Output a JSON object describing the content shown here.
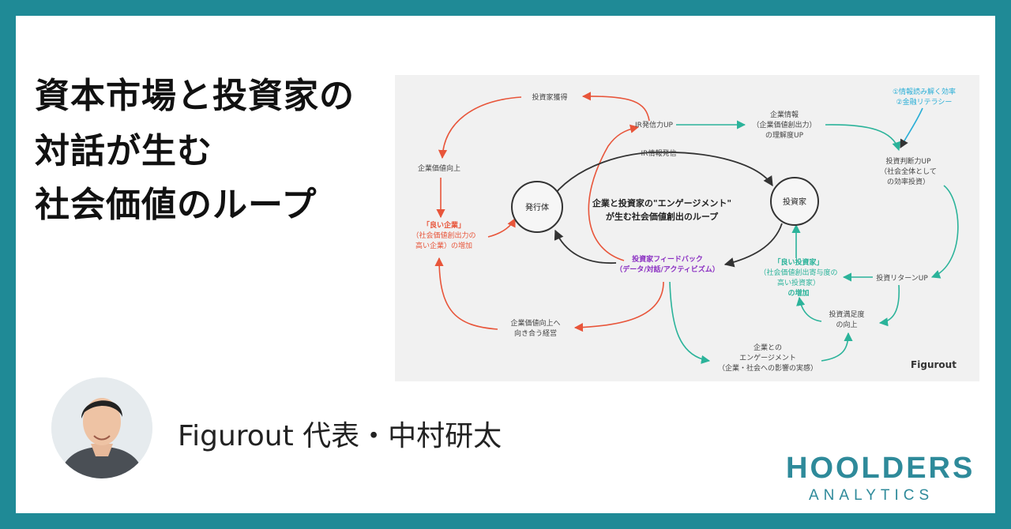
{
  "title": {
    "line1": "資本市場と投資家の",
    "line2": "対話が生む",
    "line3": "社会価値のループ"
  },
  "diagram": {
    "center_line1": "企業と投資家の\"エンゲージメント\"",
    "center_line2": "が生む社会価値創出のループ",
    "issuer": "発行体",
    "investor": "投資家",
    "investor_acquire": "投資家獲得",
    "ir_up": "IR発信力UP",
    "ir_send": "IR情報発信",
    "corp_info_1": "企業情報",
    "corp_info_2": "（企業価値創出力）",
    "corp_info_3": "の理解度UP",
    "efficiency_1": "①情報読み解く効率",
    "efficiency_2": "②金融リテラシー",
    "judgment_1": "投資判断力UP",
    "judgment_2": "（社会全体として",
    "judgment_3": "の効率投資）",
    "value_up": "企業価値向上",
    "good_corp_1": "「良い企業」",
    "good_corp_2": "（社会価値創出力の",
    "good_corp_3": "高い企業）の増加",
    "feedback_1": "投資家フィードバック",
    "feedback_2": "（データ/対話/アクティビズム）",
    "good_inv_1": "「良い投資家」",
    "good_inv_2": "（社会価値創出寄与度の",
    "good_inv_3": "高い投資家）",
    "good_inv_4": "の増加",
    "return_up": "投資リターンUP",
    "satisfaction_1": "投資満足度",
    "satisfaction_2": "の向上",
    "management_1": "企業価値向上へ",
    "management_2": "向き合う経営",
    "engage_1": "企業との",
    "engage_2": "エンゲージメント",
    "engage_3": "（企業・社会への影響の実感）",
    "watermark": "Figurout"
  },
  "byline": "Figurout 代表・中村研太",
  "brand": {
    "name": "HOOLDERS",
    "sub": "ANALYTICS"
  },
  "colors": {
    "frame": "#1f8a96",
    "orange": "#e8553a",
    "teal": "#2bb39a",
    "purple": "#8a2fc2",
    "cyan": "#2aaed6",
    "brand": "#2e8a9a"
  }
}
